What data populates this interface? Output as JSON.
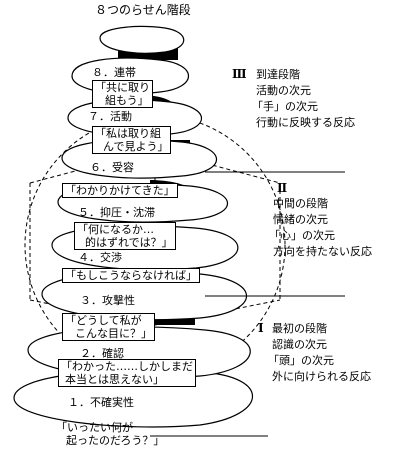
{
  "title": "８つのらせん階段",
  "steps": [
    {
      "label": "８．連帯"
    },
    {
      "label": "７．活動"
    },
    {
      "label": "６．受容"
    },
    {
      "label": "５．抑圧・沈滞"
    },
    {
      "label": "４．交渉"
    },
    {
      "label": "３．攻撃性"
    },
    {
      "label": "２．確認"
    },
    {
      "label": "１．不確実性"
    }
  ],
  "quotes": [
    {
      "lines": [
        "「共に取り",
        "組もう」"
      ]
    },
    {
      "lines": [
        "「私は取り組",
        "んで見よう」"
      ]
    },
    {
      "lines": [
        "「わかりかけてきた」"
      ]
    },
    {
      "lines": [
        "「何になるか…",
        "的はずれでは？」"
      ]
    },
    {
      "lines": [
        "「もしこうならなければ」"
      ]
    },
    {
      "lines": [
        "「どうして私が",
        "こんな目に？」"
      ]
    },
    {
      "lines": [
        "「わかった……しかしまだ",
        "本当とは思えない」"
      ]
    },
    {
      "lines": [
        "「いったい何が",
        "起ったのだろう？」"
      ]
    }
  ],
  "stages": [
    {
      "numeral": "Ⅲ",
      "lines": [
        "到達段階",
        "活動の次元",
        "「手」の次元",
        "行動に反映する反応"
      ]
    },
    {
      "numeral": "Ⅱ",
      "lines": [
        "中間の段階",
        "情緒の次元",
        "「心」の次元",
        "方向を持たない反応"
      ]
    },
    {
      "numeral": "Ⅰ",
      "lines": [
        "最初の段階",
        "認識の次元",
        "「頭」の次元",
        "外に向けられる反応"
      ]
    }
  ]
}
